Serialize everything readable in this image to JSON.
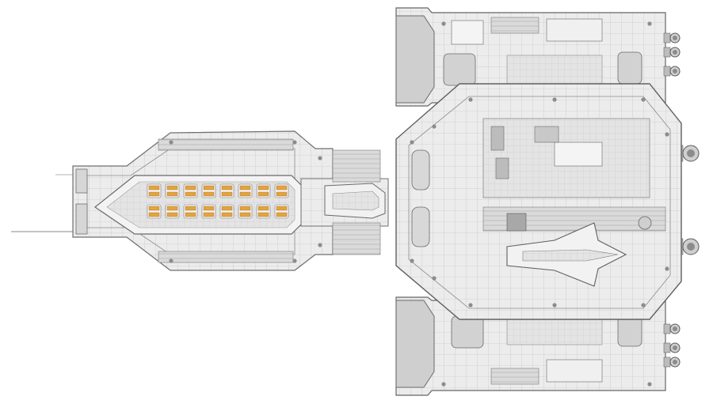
{
  "image": {
    "subject": "spaceship-top-view",
    "style": "grayscale-technical-render",
    "colors": {
      "background": "#ffffff",
      "hull_light": "#e9e9e9",
      "hull_mid": "#cfcfcf",
      "hull_dark": "#8c8c8c",
      "panel_line": "#6f6f6f",
      "thruster": "#5a5a5a",
      "seat_amber": "#e0a441",
      "seat_amber_dark": "#b7792a"
    },
    "cockpit_seats": {
      "rows": 2,
      "per_row": 8
    }
  }
}
